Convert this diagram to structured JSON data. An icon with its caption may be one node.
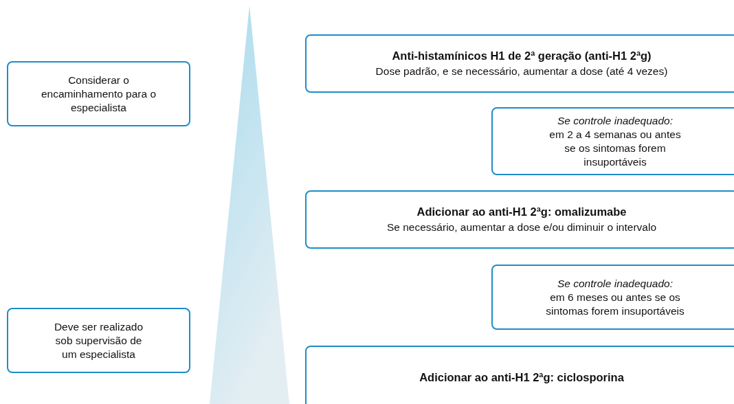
{
  "diagram": {
    "nodes": [
      {
        "text": [
          "Anti-histamínicos H1 de 2ª geração (anti-H1 2ªg)",
          "Dose padrão, e se necessário, aumentar a dose (até 4 vezes)"
        ]
      },
      {
        "text": [
          "Considerar o encaminhamento para o especialista"
        ]
      },
      {
        "text": [
          "Se controle inadequado:",
          "em 2 a 4 semanas ou antes se os sintomas forem insuportáveis"
        ]
      },
      {
        "text": [
          "Adicionar ao anti-H1 2ªg: omalizumabe",
          "Se necessário, aumentar a dose e/ou diminuir o intervalo"
        ]
      },
      {
        "text": [
          "Se controle inadequado:",
          "em 6 meses ou antes se os sintomas forem insuportáveis"
        ]
      },
      {
        "text": [
          "Deve ser realizado sob supervisão de um especialista"
        ]
      },
      {
        "text": [
          "Adicionar ao anti-H1 2ªg: ciclosporina"
        ]
      },
      {
        "text": [],
        "shape": "triangle"
      }
    ]
  }
}
